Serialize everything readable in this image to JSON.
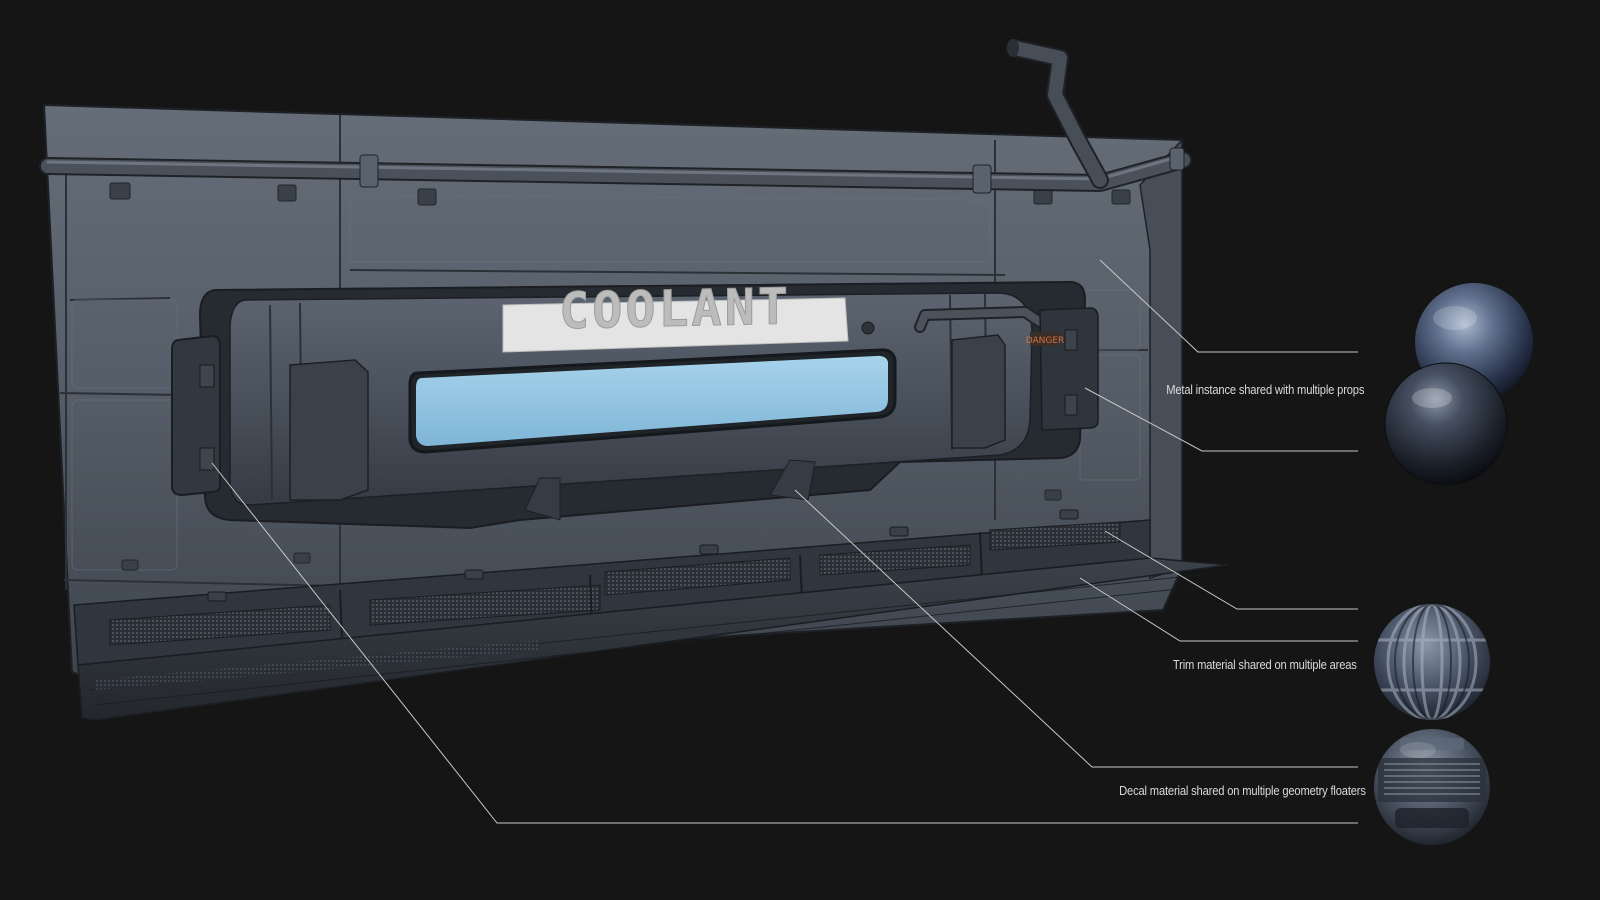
{
  "scene": {
    "tank_sign": "COOLANT",
    "warning_tag": "DANGER"
  },
  "annotations": {
    "metal": "Metal instance shared with multiple props",
    "trim": "Trim material shared on multiple areas",
    "decal": "Decal material shared on multiple geometry floaters"
  },
  "colors": {
    "background": "#151515",
    "wall": "#545c66",
    "wall_dark": "#2f343b",
    "glass": "#8ec0dc",
    "sign": "#e6e6e6",
    "leader_line": "#cfcfcf"
  },
  "material_spheres": [
    {
      "name": "metal-sphere-blue",
      "material": "metal"
    },
    {
      "name": "metal-sphere-dark",
      "material": "metal"
    },
    {
      "name": "trim-sphere",
      "material": "trim"
    },
    {
      "name": "decal-sphere",
      "material": "decal"
    }
  ]
}
